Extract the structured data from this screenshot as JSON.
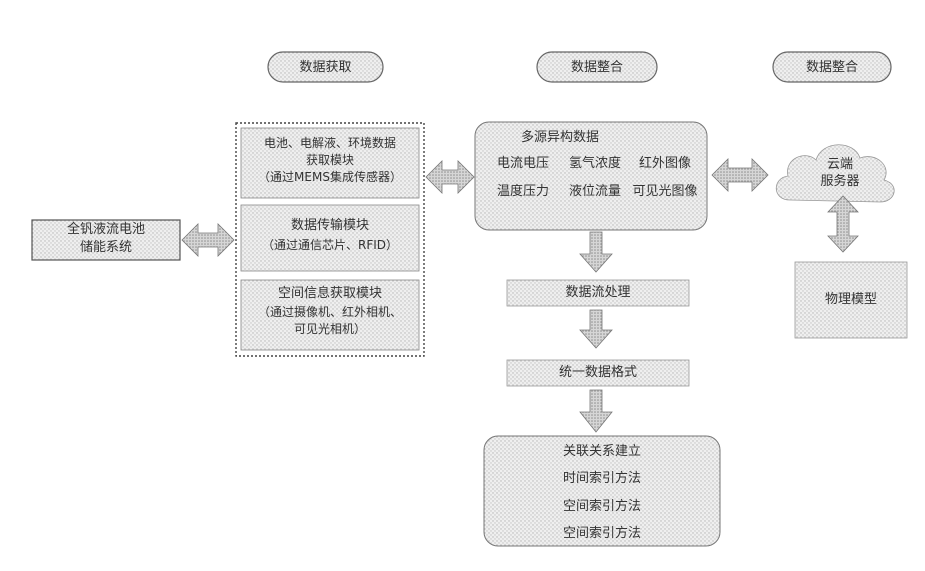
{
  "headers": {
    "collect": "数据获取",
    "process": "数据整合",
    "store": "数据整合"
  },
  "system": {
    "line1": "全钒液流电池",
    "line2": "储能系统"
  },
  "modules": {
    "m1": {
      "line1": "电池、电解液、环境数据",
      "line2": "获取模块",
      "line3": "（通过MEMS集成传感器）"
    },
    "m2": {
      "line1": "数据传输模块",
      "line2": "（通过通信芯片、RFID）"
    },
    "m3": {
      "line1": "空间信息获取模块",
      "line2": "（通过摄像机、红外相机、",
      "line3": "可见光相机）"
    }
  },
  "multi": {
    "title": "多源异构数据",
    "r1c1": "电流电压",
    "r1c2": "氢气浓度",
    "r1c3": "红外图像",
    "r2c1": "温度压力",
    "r2c2": "液位流量",
    "r2c3": "可见光图像"
  },
  "steps": {
    "s1": "数据流处理",
    "s2": "统一数据格式"
  },
  "index": {
    "l1": "关联关系建立",
    "l2": "时间索引方法",
    "l3": "空间索引方法",
    "l4": "空间索引方法"
  },
  "cloud": {
    "line1": "云端",
    "line2": "服务器"
  },
  "model": "物理模型"
}
